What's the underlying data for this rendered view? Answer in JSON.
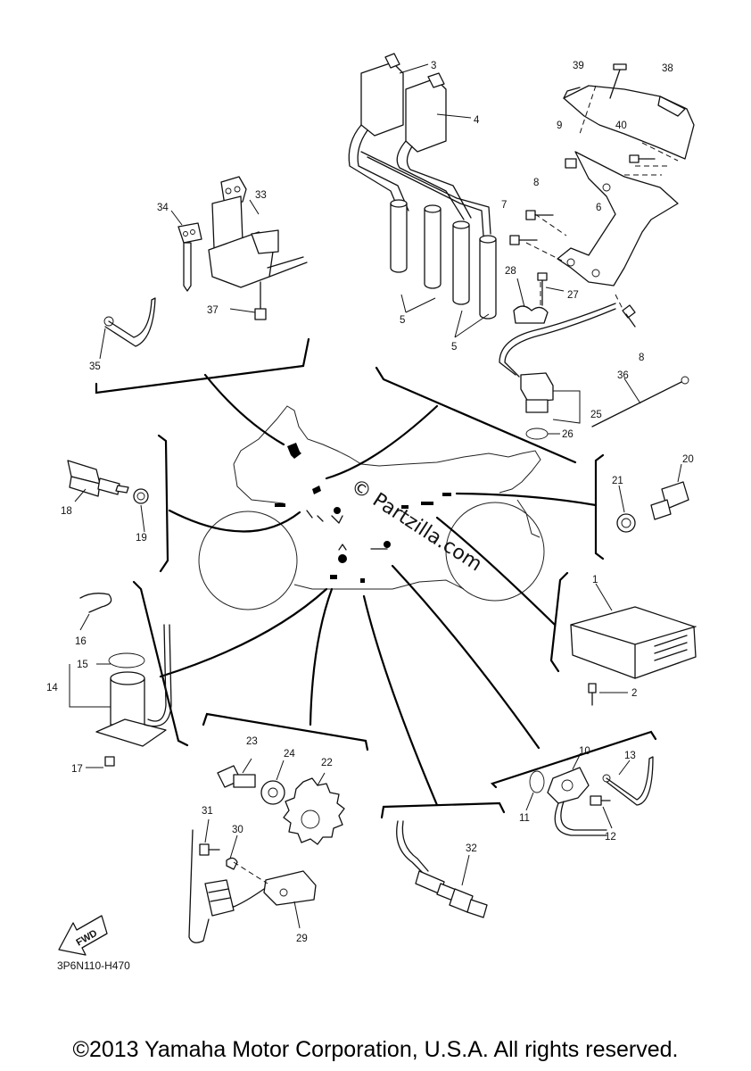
{
  "diagram": {
    "part_numbers": {
      "p1": "1",
      "p2": "2",
      "p3": "3",
      "p4": "4",
      "p5a": "5",
      "p5b": "5",
      "p6": "6",
      "p7": "7",
      "p8a": "8",
      "p8b": "8",
      "p9": "9",
      "p10": "10",
      "p11": "11",
      "p12": "12",
      "p13": "13",
      "p14": "14",
      "p15": "15",
      "p16": "16",
      "p17": "17",
      "p18": "18",
      "p19": "19",
      "p20": "20",
      "p21": "21",
      "p22": "22",
      "p23": "23",
      "p24": "24",
      "p25": "25",
      "p26": "26",
      "p27": "27",
      "p28": "28",
      "p29": "29",
      "p30": "30",
      "p31": "31",
      "p32": "32",
      "p33": "33",
      "p34": "34",
      "p35": "35",
      "p36": "36",
      "p37": "37",
      "p38": "38",
      "p39": "39",
      "p40": "40"
    },
    "drawing_code": "3P6N110-H470",
    "fwd_label": "FWD",
    "watermark": "© Partzilla.com"
  },
  "footer": {
    "copyright": "©2013 Yamaha Motor Corporation, U.S.A. All rights reserved."
  }
}
